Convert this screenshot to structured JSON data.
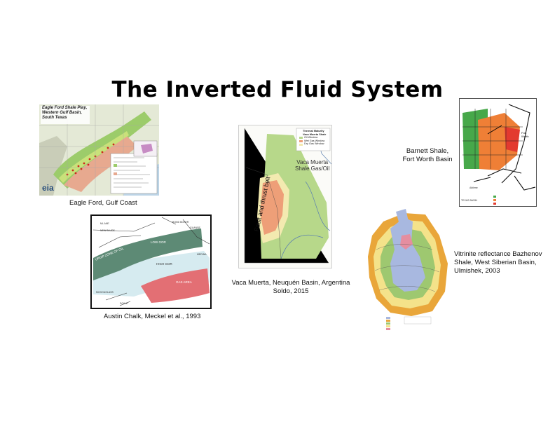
{
  "slide": {
    "title": "The Inverted Fluid System"
  },
  "figures": {
    "eagle_ford": {
      "caption": "Eagle Ford, Gulf Coast",
      "map_title_line1": "Eagle Ford Shale Play,",
      "map_title_line2": "Western Gulf Basin,",
      "map_title_line3": "South Texas",
      "logo": "eia"
    },
    "austin_chalk": {
      "caption": "Austin Chalk, Meckel et al., 1993",
      "label_oil": "UPDIP ZONE OF OIL",
      "label_low_gor": "LOW GOR",
      "label_high_gor": "HIGH GOR",
      "label_gas": "GAS AREA"
    },
    "vaca_muerta": {
      "caption_line1": "Vaca Muerta, Neuquén Basin, Argentina",
      "caption_line2": "Soldo, 2015",
      "legend_title_line1": "Thermal Maturity",
      "legend_title_line2": "Vaca Muerta Shale",
      "legend_oil": "Oil Window",
      "legend_wet": "Wet Gas Window",
      "legend_dry": "Dry Gas Window",
      "map_label_line1": "Vaca Muerta",
      "map_label_line2": "Shale Gas/Oil",
      "belt_label": "Fault and thrust belt"
    },
    "barnett": {
      "caption_line1": "Barnett Shale,",
      "caption_line2": "Fort Worth Basin",
      "city_label_line1": "Fort",
      "city_label_line2": "Worth"
    },
    "bazhenov": {
      "caption_line1": "Vitrinite reflectance Bazhenov",
      "caption_line2": "Shale, West Siberian Basin,",
      "caption_line3": "Ulmishek, 2003"
    }
  },
  "colors": {
    "oil_green": "#8fc65a",
    "gas_red": "#e8837a",
    "wet_orange": "#f0a36a",
    "dry_green": "#3c8d3c"
  }
}
